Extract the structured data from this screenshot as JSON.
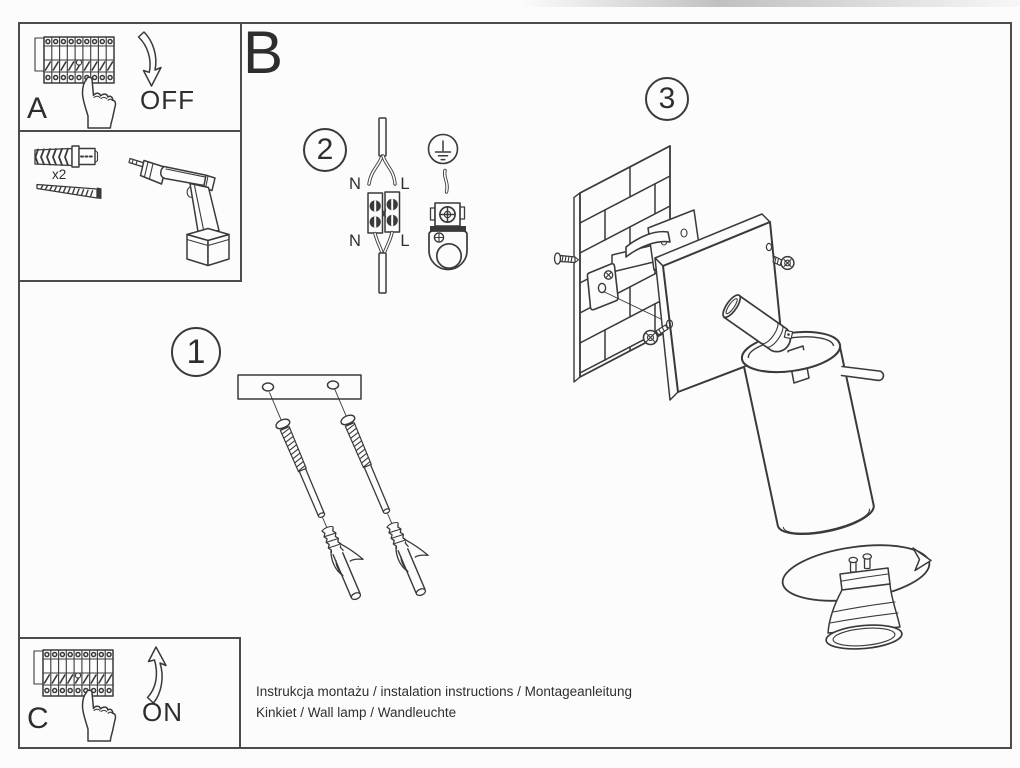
{
  "sheet": {
    "paper": "#fcfcfc",
    "line_color": "#3a3a3a"
  },
  "panel_a": {
    "label": "A",
    "action": "OFF"
  },
  "panel_c": {
    "label": "C",
    "action": "ON"
  },
  "tools": {
    "quantity": "x2"
  },
  "section_b": {
    "label": "B"
  },
  "steps": {
    "s1": "1",
    "s2": "2",
    "s3": "3"
  },
  "wiring": {
    "top_left": "N",
    "top_right": "L",
    "bottom_left": "N",
    "bottom_right": "L"
  },
  "footer": {
    "line1": "Instrukcja montażu / instalation instructions / Montageanleitung",
    "line2": "Kinkiet / Wall lamp / Wandleuchte"
  }
}
